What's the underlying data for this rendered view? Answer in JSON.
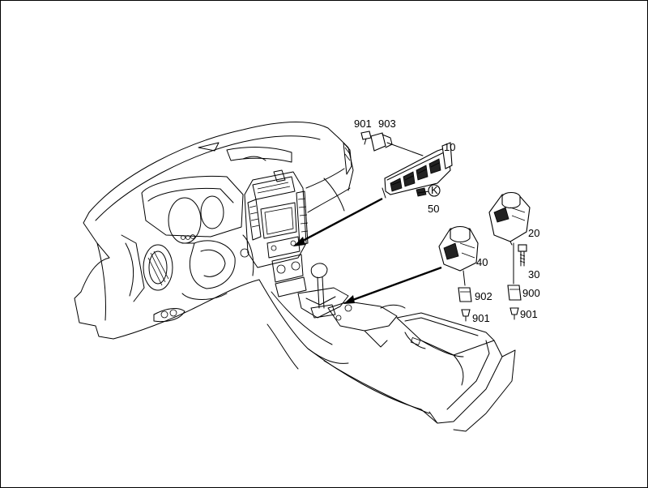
{
  "diagram": {
    "callouts": {
      "p901_top": "901",
      "p903": "903",
      "p10": "10",
      "p50": "50",
      "p20": "20",
      "p30": "30",
      "p40": "40",
      "p902": "902",
      "p900": "900",
      "p901_left": "901",
      "p901_right": "901"
    },
    "screw_mark": "K"
  }
}
